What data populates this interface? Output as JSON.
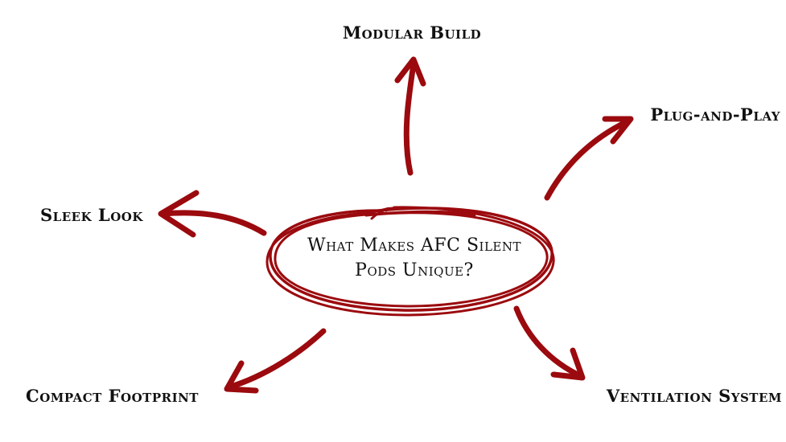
{
  "diagram": {
    "center": {
      "line1": "What Makes AFC Silent",
      "line2": "Pods Unique?"
    },
    "branches": [
      {
        "id": "modular-build",
        "label": "Modular Build"
      },
      {
        "id": "plug-and-play",
        "label": "Plug-and-Play"
      },
      {
        "id": "sleek-look",
        "label": "Sleek Look"
      },
      {
        "id": "compact-footprint",
        "label": "Compact Footprint"
      },
      {
        "id": "ventilation-system",
        "label": "Ventilation System"
      }
    ]
  },
  "colors": {
    "accent": "#9b0a0e",
    "text": "#111111",
    "background": "#ffffff"
  }
}
